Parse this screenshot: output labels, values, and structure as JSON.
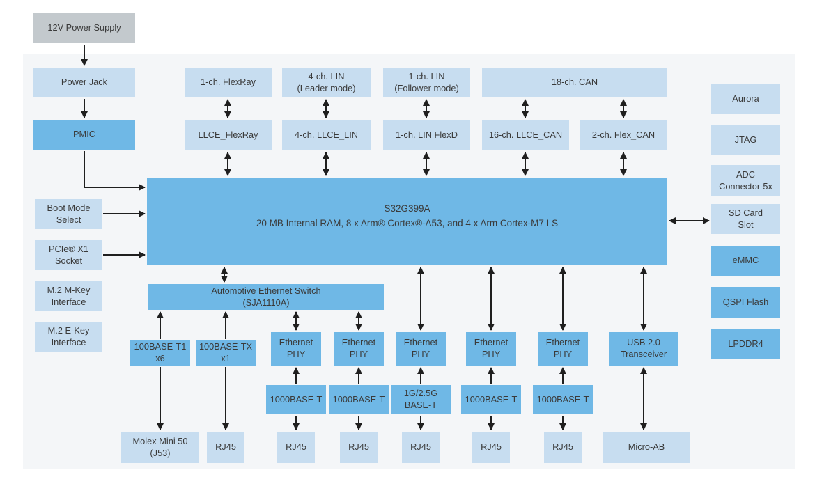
{
  "power": {
    "supply": "12V Power Supply",
    "jack": "Power Jack",
    "pmic": "PMIC"
  },
  "left": {
    "boot_mode": "Boot Mode\nSelect",
    "pcie": "PCIe® X1\nSocket",
    "m2_mkey": "M.2 M-Key\nInterface",
    "m2_ekey": "M.2 E-Key\nInterface"
  },
  "comms_top": {
    "flexray": "1-ch. FlexRay",
    "lin_leader": "4-ch. LIN\n(Leader mode)",
    "lin_follower": "1-ch. LIN\n(Follower mode)",
    "can": "18-ch. CAN"
  },
  "comms_mid": {
    "llce_flexray": "LLCE_FlexRay",
    "llce_lin": "4-ch. LLCE_LIN",
    "lin_flexd": "1-ch. LIN FlexD",
    "llce_can": "16-ch. LLCE_CAN",
    "flex_can": "2-ch. Flex_CAN"
  },
  "soc": {
    "name": "S32G399A",
    "description": "20 MB Internal RAM, 8 x Arm® Cortex®-A53, and 4 x Arm Cortex-M7 LS"
  },
  "ethernet": {
    "switch": "Automotive Ethernet Switch\n(SJA1110A)",
    "base_t1": "100BASE-T1\nx6",
    "base_tx": "100BASE-TX\nx1",
    "phy": "Ethernet\nPHY",
    "gig": "1000BASE-T",
    "gig25": "1G/2.5G\nBASE-T"
  },
  "usb": {
    "transceiver": "USB 2.0\nTransceiver",
    "micro_ab": "Micro-AB"
  },
  "connectors": {
    "molex": "Molex Mini 50\n(J53)",
    "rj45": "RJ45"
  },
  "right": {
    "aurora": "Aurora",
    "jtag": "JTAG",
    "adc": "ADC\nConnector-5x",
    "sd_card": "SD Card\nSlot",
    "emmc": "eMMC",
    "qspi": "QSPI Flash",
    "lpddr4": "LPDDR4"
  },
  "colors": {
    "light_blue": "#c7ddf0",
    "medium_blue": "#6fb8e6",
    "gray": "#c3c9cd",
    "panel": "#f4f6f8",
    "arrow": "#1f1f1f"
  }
}
